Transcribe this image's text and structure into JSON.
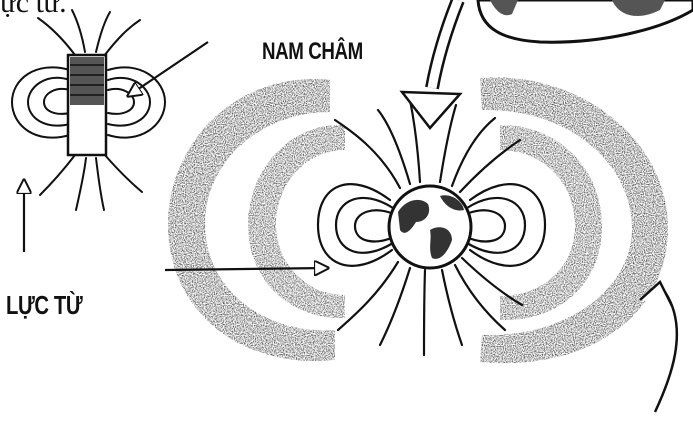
{
  "labels": {
    "top_fragment": "ực từ.",
    "magnet": "NAM CHÂM",
    "magnetic_force": "LỰC TỪ"
  },
  "colors": {
    "ink": "#111111",
    "stipple": "#2a2a2a",
    "background": "#ffffff"
  },
  "icons": {
    "earth": "globe-icon",
    "bar_magnet": "bar-magnet-icon"
  }
}
